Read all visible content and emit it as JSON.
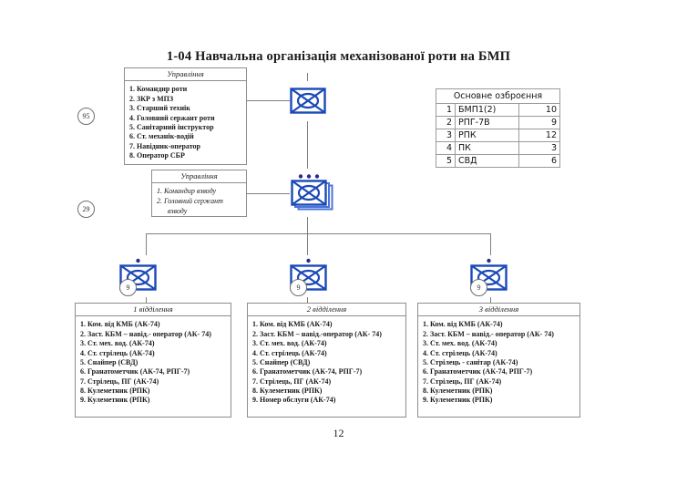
{
  "title": "1-04 Навчальна організація механізованої роти на БМП",
  "page_number": "12",
  "company_box": {
    "header": "Управління",
    "items": [
      "1. Командир роти",
      "2. ЗКР з МПЗ",
      "3. Старший технік",
      "4. Головний сержант роти",
      "5. Санітарний інструктор",
      "6. Ст. механік-водій",
      "7. Навідник-оператор",
      "8. Оператор СБР"
    ]
  },
  "platoon_box": {
    "header": "Управління",
    "items": [
      "1.  Командир взводу",
      "2.  Головний сержант взводу"
    ]
  },
  "squads": [
    {
      "header": "1 відділення",
      "items": [
        "1. Ком. від КМБ (АК-74)",
        "2. Заст. КБМ – навід.- оператор (АК- 74)",
        "3. Ст. мех. вод. (АК-74)",
        "4. Ст. стрілець (АК-74)",
        "5. Снайпер (СВД)",
        "6. Гранатометчик (АК-74, РПГ-7)",
        "7. Стрілець, ПГ (АК-74)",
        "8. Кулеметник (РПК)",
        "9. Кулеметник (РПК)"
      ]
    },
    {
      "header": "2 відділення",
      "items": [
        "1. Ком. від КМБ (АК-74)",
        "2. Заст. КБМ – навід.-оператор (АК- 74)",
        "3. Ст. мех. вод. (АК-74)",
        "4. Ст. стрілець (АК-74)",
        "5. Снайпер (СВД)",
        "6. Гранатометчик (АК-74, РПГ-7)",
        "7. Стрілець, ПГ (АК-74)",
        "8. Кулеметник (РПК)",
        "9. Номер обслуги (АК-74)"
      ]
    },
    {
      "header": "3 відділення",
      "items": [
        "1. Ком. від КМБ (АК-74)",
        "2. Заст. КБМ – навід.- оператор (АК- 74)",
        "3. Ст. мех. вод. (АК-74)",
        "4. Ст. стрілець (АК-74)",
        "5. Стрілець - санітар (АК-74)",
        "6. Гранатометчик (АК-74, РПГ-7)",
        "7. Стрілець, ПГ (АК-74)",
        "8. Кулеметник (РПК)",
        "9. Кулеметник (РПК)"
      ]
    }
  ],
  "weapons_table": {
    "title": "Основне озброєння",
    "rows": [
      {
        "idx": "1",
        "name": "БМП1(2)",
        "qty": "10"
      },
      {
        "idx": "2",
        "name": "РПГ-7В",
        "qty": "9"
      },
      {
        "idx": "3",
        "name": "РПК",
        "qty": "12"
      },
      {
        "idx": "4",
        "name": "ПК",
        "qty": "3"
      },
      {
        "idx": "5",
        "name": "СВД",
        "qty": "6"
      }
    ]
  },
  "units": {
    "company": {
      "icon": "mechanized-infantry-company-symbol",
      "badge": "95",
      "echelon_dots": 0
    },
    "platoon": {
      "icon": "mechanized-infantry-platoon-symbol",
      "badge": "29",
      "echelon_dots": 3
    },
    "squad_1": {
      "icon": "mechanized-infantry-squad-symbol",
      "badge": "9",
      "echelon_dots": 1
    },
    "squad_2": {
      "icon": "mechanized-infantry-squad-symbol",
      "badge": "9",
      "echelon_dots": 1
    },
    "squad_3": {
      "icon": "mechanized-infantry-squad-symbol",
      "badge": "9",
      "echelon_dots": 1
    }
  },
  "colors": {
    "symbol_blue": "#1b49b8",
    "symbol_blue_light": "#4a74d8",
    "line_gray": "#808080",
    "border_gray": "#8d8d8d"
  }
}
